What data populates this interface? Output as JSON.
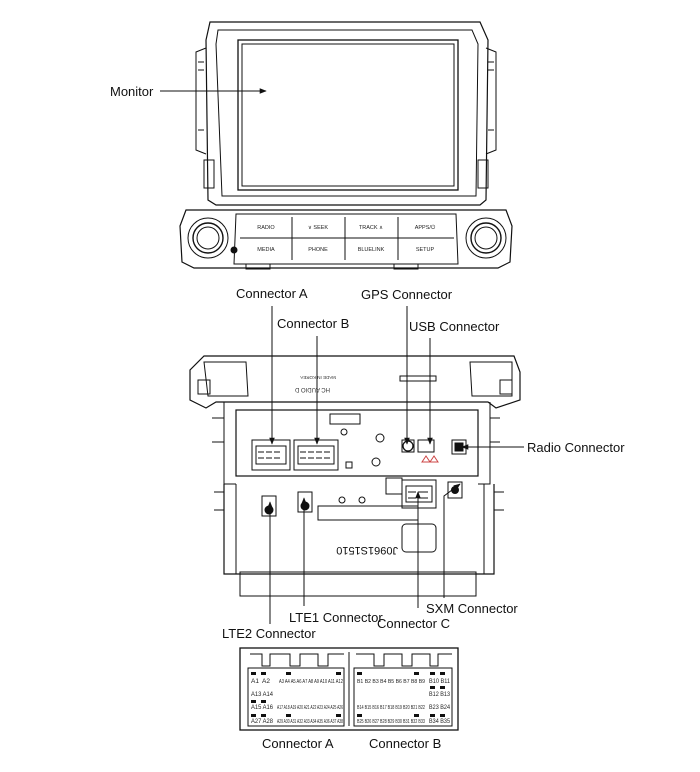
{
  "labels": {
    "monitor": "Monitor",
    "connector_a": "Connector A",
    "connector_b": "Connector B",
    "gps": "GPS Connector",
    "usb": "USB Connector",
    "radio": "Radio Connector",
    "lte1": "LTE1 Connector",
    "lte2": "LTE2 Connector",
    "sxm": "SXM Connector",
    "connector_c": "Connector C",
    "bottom_a": "Connector A",
    "bottom_b": "Connector B"
  },
  "buttons": {
    "radio": "RADIO",
    "seek": "∨ SEEK",
    "track": "TRACK ∧",
    "apps": "APPS/⏻",
    "media": "MEDIA",
    "phone": "PHONE",
    "bluelink": "BLUELINK",
    "setup": "SETUP"
  },
  "unit_text": {
    "model": "HC AUDIO D",
    "sticker": "MADE IN KOREA",
    "part_number": "J0961S1510"
  },
  "pins": {
    "a_row1": [
      "A1",
      "A2",
      "A3 A4 A5 A6 A7 A8 A9 A10 A11 A12"
    ],
    "a_row2": [
      "A13 A14"
    ],
    "a_row3": [
      "A15 A16",
      "A17 A18 A19 A20 A21 A22 A23 A24 A25 A26"
    ],
    "a_row4": [
      "A27 A28",
      "A29 A30 A31 A32 A33 A34 A35 A36 A37 A38"
    ],
    "b_row1": [
      "B1 B2 B3 B4 B5 B6 B7 B8 B9",
      "B10 B11"
    ],
    "b_row2": [
      "B12 B13"
    ],
    "b_row3": [
      "B14 B15 B16 B17 B18 B19 B20 B21 B22",
      "B23 B24"
    ],
    "b_row4": [
      "B25 B26 B27 B28 B29 B30 B31 B32 B33",
      "B34 B35"
    ]
  }
}
